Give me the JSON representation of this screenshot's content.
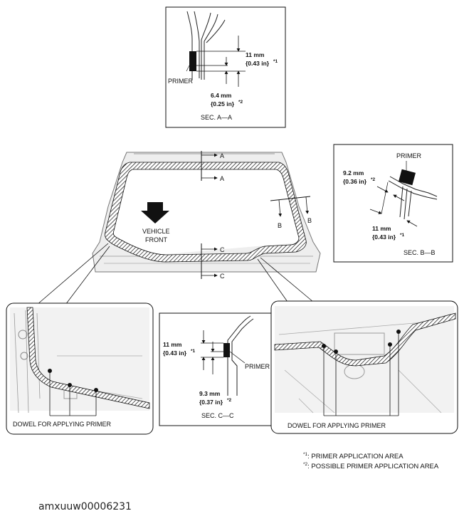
{
  "sec_aa": {
    "primer": "PRIMER",
    "dim1_value": "11 mm",
    "dim1_inch": "{0.43 in}",
    "dim1_mark": "*1",
    "dim2_value": "6.4 mm",
    "dim2_inch": "{0.25 in}",
    "dim2_mark": "*2",
    "caption": "SEC. A—A"
  },
  "sec_bb": {
    "primer": "PRIMER",
    "dim2_value": "9.2 mm",
    "dim2_inch": "{0.36 in}",
    "dim2_mark": "*2",
    "dim1_value": "11 mm",
    "dim1_inch": "{0.43 in}",
    "dim1_mark": "*1",
    "caption": "SEC. B—B"
  },
  "sec_cc": {
    "dim1_value": "11 mm",
    "dim1_inch": "{0.43 in}",
    "dim1_mark": "*1",
    "primer": "PRIMER",
    "dim2_value": "9.3 mm",
    "dim2_inch": "{0.37 in}",
    "dim2_mark": "*2",
    "caption": "SEC. C—C"
  },
  "windshield": {
    "cut_a_top": "A",
    "cut_a_bottom": "A",
    "cut_b_left": "B",
    "cut_b_right": "B",
    "cut_c_top": "C",
    "cut_c_bottom": "C",
    "vehicle_front_line1": "VEHICLE",
    "vehicle_front_line2": "FRONT"
  },
  "detail_left": {
    "caption": "DOWEL FOR APPLYING PRIMER"
  },
  "detail_right": {
    "caption": "DOWEL FOR APPLYING PRIMER"
  },
  "notes": {
    "note1_mark": "*1",
    "note1_text": ": PRIMER APPLICATION AREA",
    "note2_mark": "*2",
    "note2_text": ": POSSIBLE PRIMER APPLICATION AREA"
  },
  "doc_id": "amxuuw00006231"
}
